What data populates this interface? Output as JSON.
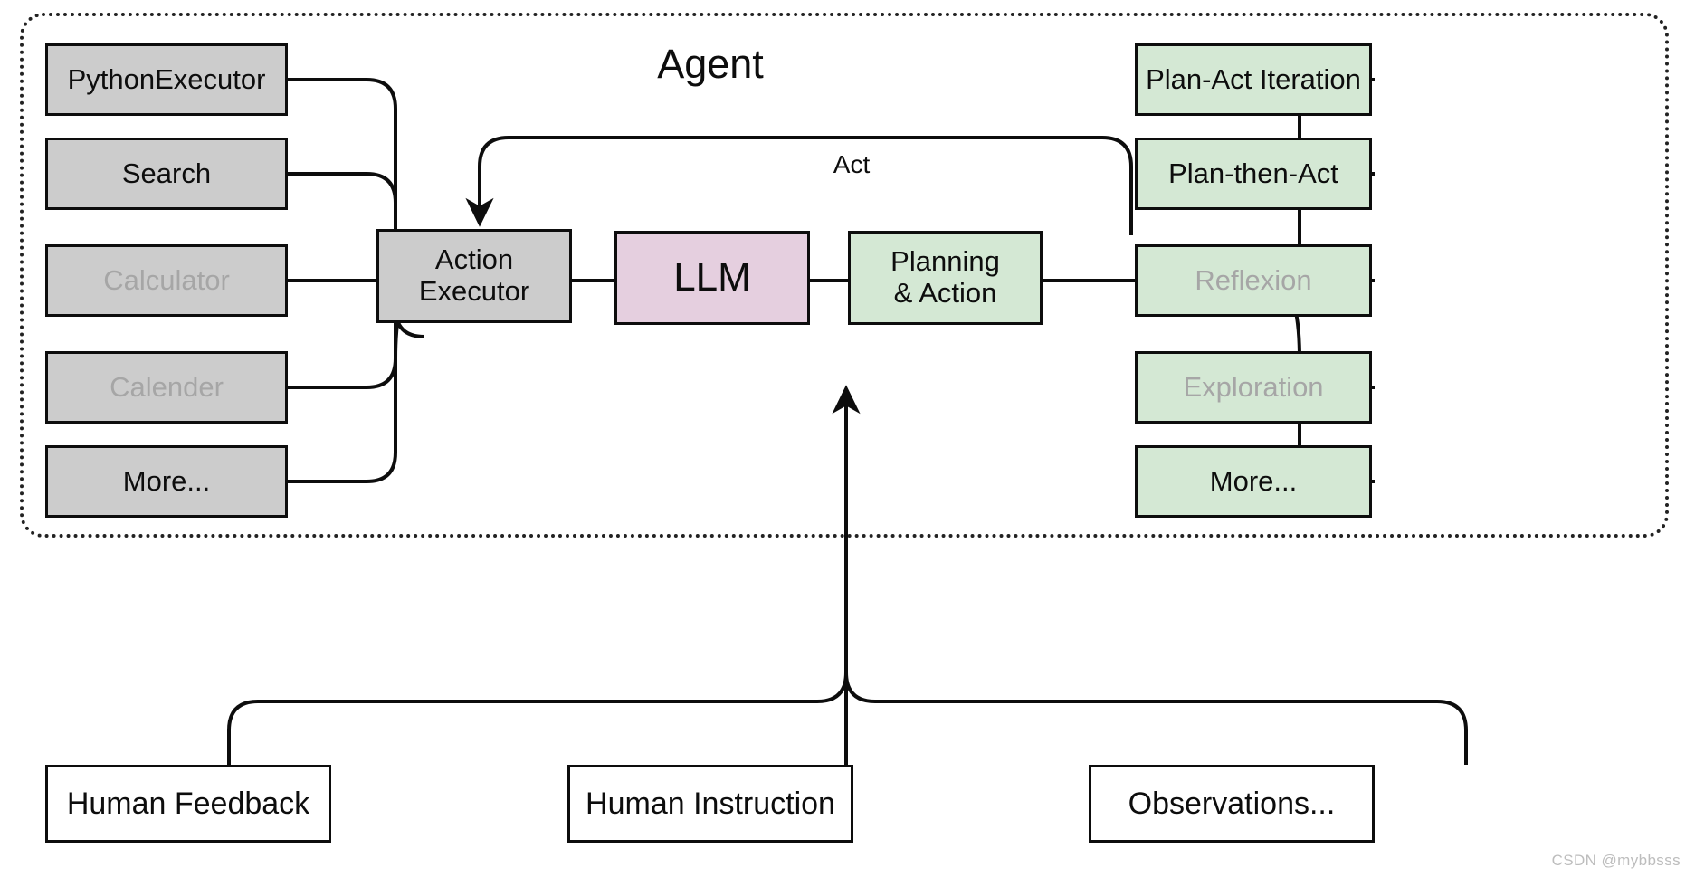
{
  "diagram": {
    "title": "Agent",
    "boundary_label": "agent-dotted-boundary",
    "watermark": "CSDN @mybbsss"
  },
  "colors": {
    "tool_fill": "#cccccc",
    "strategy_fill": "#d4e8d4",
    "llm_fill": "#e5cfdf",
    "io_fill": "#ffffff",
    "stroke": "#0d0d0d",
    "dimmed_text": "#a6a6a6",
    "watermark_text": "#bdbdbd"
  },
  "tools": [
    {
      "label": "PythonExecutor",
      "dimmed": false
    },
    {
      "label": "Search",
      "dimmed": false
    },
    {
      "label": "Calculator",
      "dimmed": true
    },
    {
      "label": "Calender",
      "dimmed": true
    },
    {
      "label": "More...",
      "dimmed": false
    }
  ],
  "core": {
    "action_executor": "Action\nExecutor",
    "action_executor_line1": "Action",
    "action_executor_line2": "Executor",
    "llm": "LLM",
    "planning_line1": "Planning",
    "planning_line2": "& Action"
  },
  "strategies": [
    {
      "label": "Plan-Act Iteration",
      "dimmed": false
    },
    {
      "label": "Plan-then-Act",
      "dimmed": false
    },
    {
      "label": "Reflexion",
      "dimmed": true
    },
    {
      "label": "Exploration",
      "dimmed": true
    },
    {
      "label": "More...",
      "dimmed": false
    }
  ],
  "io": [
    {
      "label": "Human Feedback"
    },
    {
      "label": "Human Instruction"
    },
    {
      "label": "Observations..."
    }
  ],
  "edges": {
    "act_loop_label": "Act"
  }
}
